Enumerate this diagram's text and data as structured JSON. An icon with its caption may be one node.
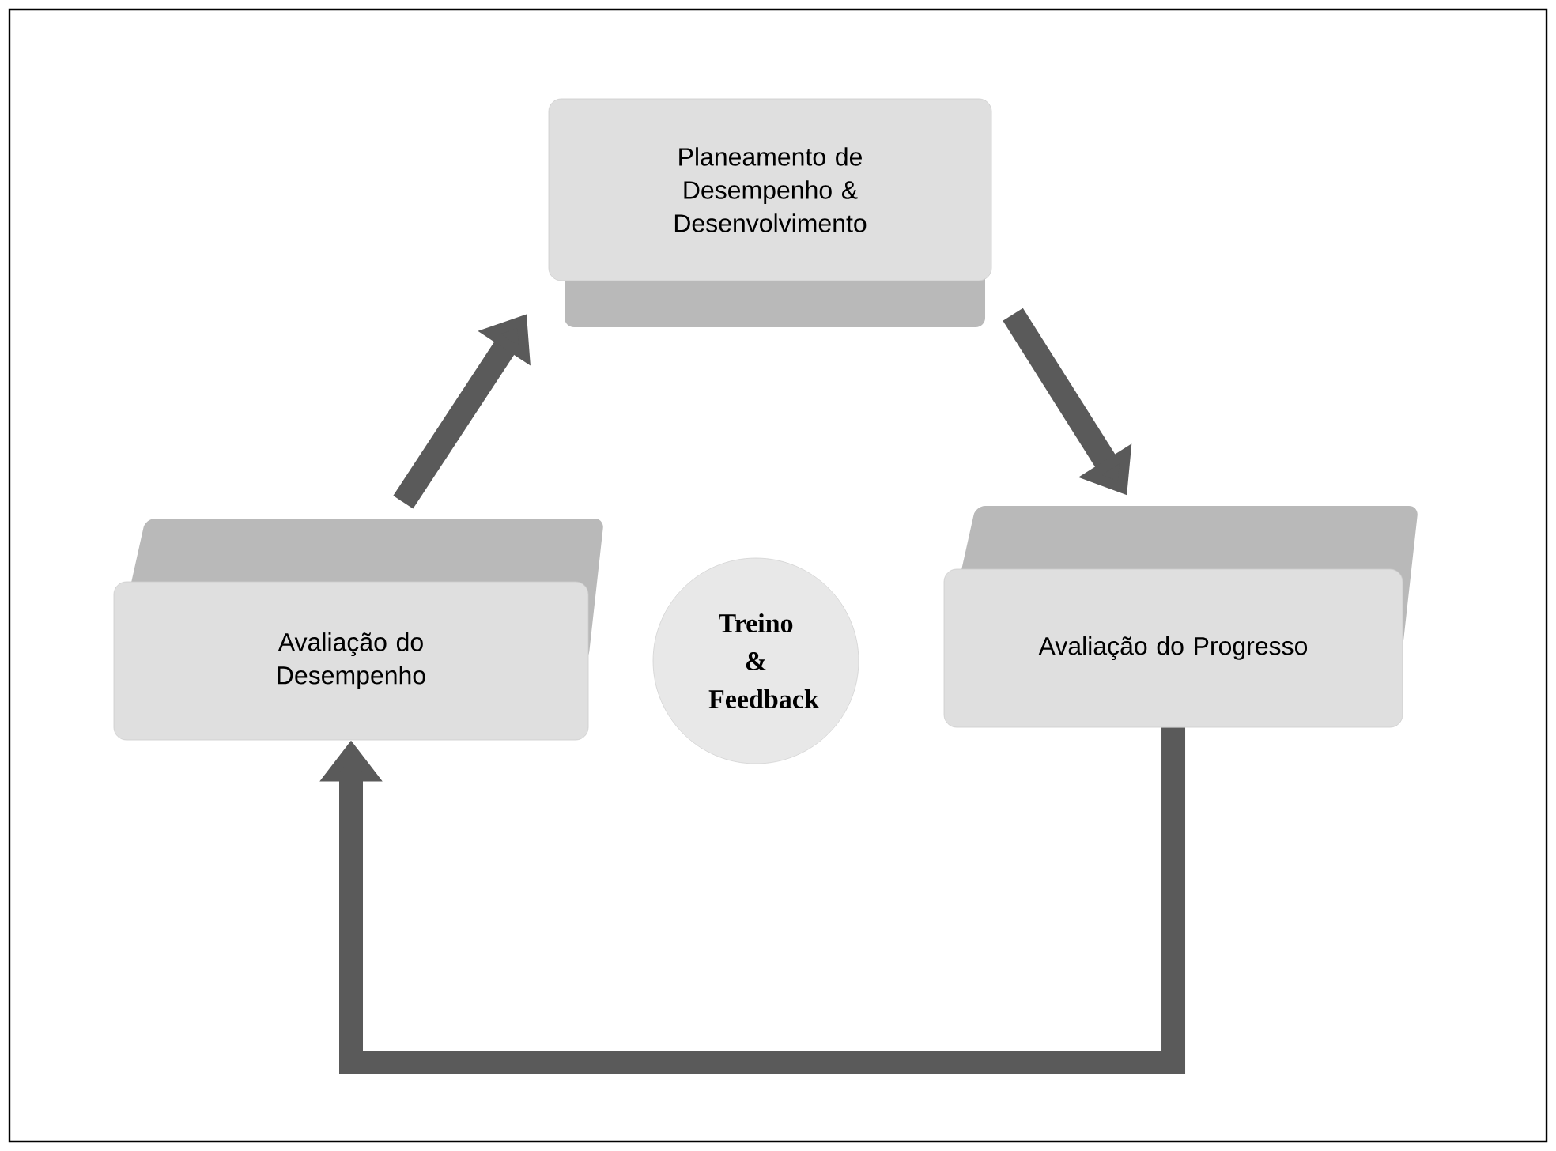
{
  "diagram": {
    "nodes": [
      {
        "text": [
          "Planeamento de Desempenho & Desenvolvimento"
        ]
      },
      {
        "text": [
          "Avaliação do Progresso"
        ]
      },
      {
        "text": [
          "Avaliação do Desempenho"
        ]
      },
      {
        "text": [
          "Treino & Feedback"
        ]
      }
    ],
    "edges": [
      {
        "from": 0,
        "to": 1,
        "arrow": "to"
      },
      {
        "from": 1,
        "to": 2,
        "arrow": "to"
      },
      {
        "from": 2,
        "to": 0,
        "arrow": "to"
      }
    ]
  }
}
